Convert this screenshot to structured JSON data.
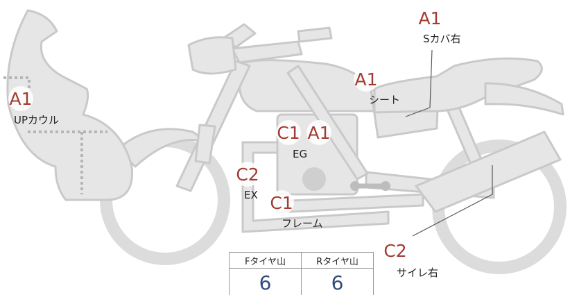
{
  "markers": [
    {
      "id": "s_cover_right",
      "grade": "A1",
      "part": "Sカバ右"
    },
    {
      "id": "seat",
      "grade": "A1",
      "part": "シート"
    },
    {
      "id": "upper_cowl",
      "grade": "A1",
      "part": "UPカウル"
    },
    {
      "id": "engine",
      "grades": [
        "C1",
        "A1"
      ],
      "part": "EG"
    },
    {
      "id": "exhaust",
      "grade": "C2",
      "part": "EX"
    },
    {
      "id": "frame",
      "grade": "C1",
      "part": "フレーム"
    },
    {
      "id": "muffler_right",
      "grade": "C2",
      "part": "サイレ右"
    }
  ],
  "tires": {
    "headers": [
      "Fタイヤ山",
      "Rタイヤ山"
    ],
    "values": [
      "6",
      "6"
    ]
  },
  "colors": {
    "bike_fill": "#e6e6e6",
    "bike_stroke": "#c9c9c9",
    "grade_text": "#a23b33",
    "tire_value": "#2f4a7c"
  }
}
